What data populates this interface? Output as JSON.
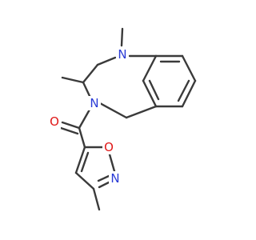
{
  "molecule": {
    "atoms": {
      "n1": {
        "symbol": "N",
        "color": "#2a3bd6"
      },
      "n4": {
        "symbol": "N",
        "color": "#2a3bd6"
      },
      "o_carbonyl": {
        "symbol": "O",
        "color": "#e01818"
      },
      "o_ring": {
        "symbol": "O",
        "color": "#e01818"
      },
      "n_ring": {
        "symbol": "N",
        "color": "#2a3bd6"
      }
    }
  }
}
